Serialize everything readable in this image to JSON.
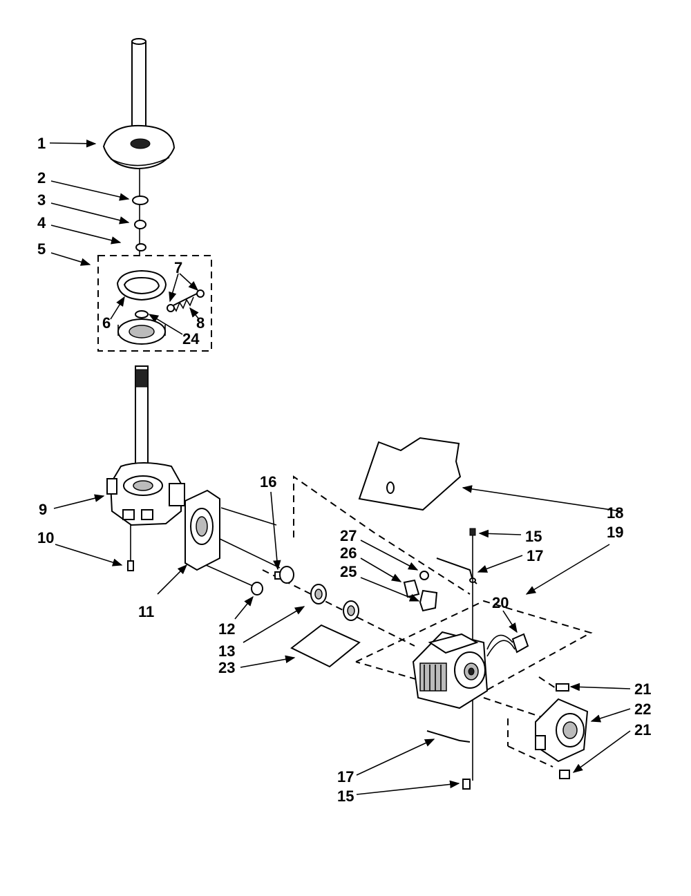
{
  "diagram": {
    "callouts": [
      {
        "id": "1",
        "text": "1"
      },
      {
        "id": "2",
        "text": "2"
      },
      {
        "id": "3",
        "text": "3"
      },
      {
        "id": "4",
        "text": "4"
      },
      {
        "id": "5",
        "text": "5"
      },
      {
        "id": "6",
        "text": "6"
      },
      {
        "id": "7",
        "text": "7"
      },
      {
        "id": "8",
        "text": "8"
      },
      {
        "id": "24",
        "text": "24"
      },
      {
        "id": "9",
        "text": "9"
      },
      {
        "id": "10",
        "text": "10"
      },
      {
        "id": "11",
        "text": "11"
      },
      {
        "id": "12",
        "text": "12"
      },
      {
        "id": "13",
        "text": "13"
      },
      {
        "id": "23",
        "text": "23"
      },
      {
        "id": "16",
        "text": "16"
      },
      {
        "id": "27",
        "text": "27"
      },
      {
        "id": "26",
        "text": "26"
      },
      {
        "id": "25",
        "text": "25"
      },
      {
        "id": "18",
        "text": "18"
      },
      {
        "id": "15a",
        "text": "15"
      },
      {
        "id": "19",
        "text": "19"
      },
      {
        "id": "17a",
        "text": "17"
      },
      {
        "id": "20",
        "text": "20"
      },
      {
        "id": "21a",
        "text": "21"
      },
      {
        "id": "22",
        "text": "22"
      },
      {
        "id": "21b",
        "text": "21"
      },
      {
        "id": "17b",
        "text": "17"
      },
      {
        "id": "15b",
        "text": "15"
      }
    ]
  }
}
